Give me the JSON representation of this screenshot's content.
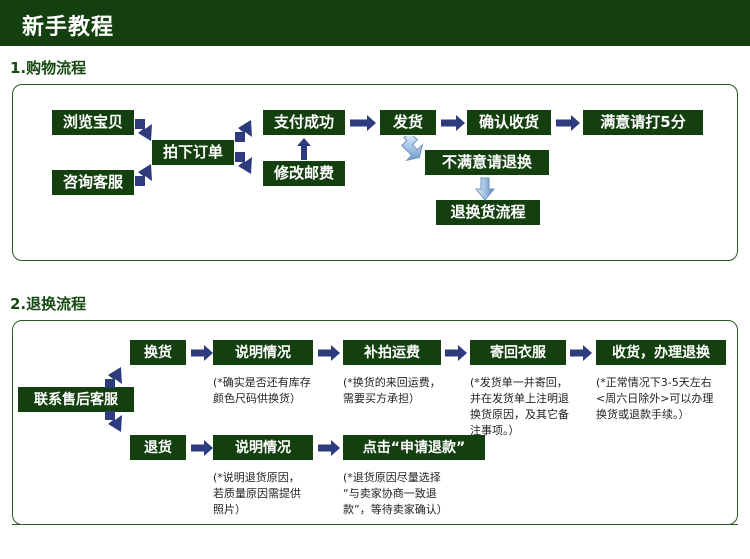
{
  "banner": {
    "title": "新手教程",
    "bg_color": "#13400e"
  },
  "theme": {
    "box_green": "#14400f",
    "arrow_navy": "#2e3b7d",
    "arrow_3d_blue": "#8fb4dd",
    "border_green": "#2a5a22",
    "title_green": "#174a12"
  },
  "sections": [
    {
      "title": "1.购物流程",
      "boxes": [
        {
          "name": "browse-item",
          "label": "浏览宝贝"
        },
        {
          "name": "contact-service",
          "label": "咨询客服"
        },
        {
          "name": "place-order",
          "label": "拍下订单"
        },
        {
          "name": "payment-success",
          "label": "支付成功"
        },
        {
          "name": "modify-shipping",
          "label": "修改邮费"
        },
        {
          "name": "ship-goods",
          "label": "发货"
        },
        {
          "name": "confirm-receipt",
          "label": "确认收货"
        },
        {
          "name": "rate-five-stars",
          "label": "满意请打5分"
        },
        {
          "name": "unsatisfied-return",
          "label": "不满意请退换"
        },
        {
          "name": "return-process",
          "label": "退换货流程"
        }
      ]
    },
    {
      "title": "2.退换流程",
      "boxes": [
        {
          "name": "contact-after-sales",
          "label": "联系售后客服"
        },
        {
          "name": "exchange",
          "label": "换货"
        },
        {
          "name": "explain-situation-1",
          "label": "说明情况"
        },
        {
          "name": "extra-shipping-fee",
          "label": "补拍运费"
        },
        {
          "name": "send-back-clothes",
          "label": "寄回衣服"
        },
        {
          "name": "receive-and-handle",
          "label": "收货，办理退换"
        },
        {
          "name": "refund",
          "label": "退货"
        },
        {
          "name": "explain-situation-2",
          "label": "说明情况"
        },
        {
          "name": "click-apply-refund",
          "label": "点击“申请退款”"
        }
      ],
      "notes": [
        {
          "name": "note-exchange-stock",
          "text": "(*确实是否还有库存\n颜色尺码供换货）"
        },
        {
          "name": "note-shipping-cost",
          "text": "(*换货的来回运费，\n需要买方承担）"
        },
        {
          "name": "note-send-back",
          "text": "(*发货单一并寄回，\n并在发货单上注明退\n换货原因，及其它备\n注事项。）"
        },
        {
          "name": "note-handling-time",
          "text": "(*正常情况下3-5天左右\n<周六日除外>可以办理\n换货或退款手续。）"
        },
        {
          "name": "note-refund-reason",
          "text": "(*说明退货原因，\n若质量原因需提供\n照片）"
        },
        {
          "name": "note-refund-selection",
          "text": "(*退货原因尽量选择\n  “与卖家协商一致退\n款”，等待卖家确认）"
        }
      ]
    }
  ]
}
